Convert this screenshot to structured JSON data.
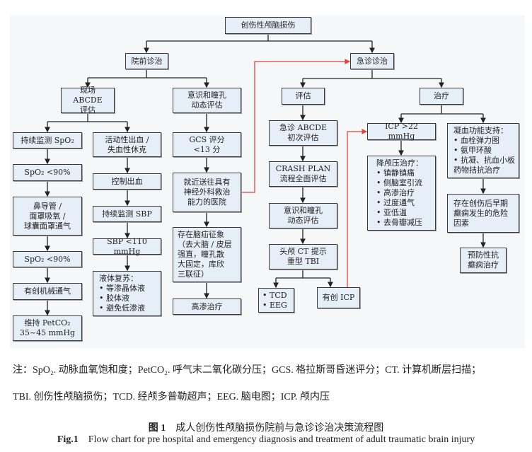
{
  "nodes": {
    "root": "创伤性颅脑损伤",
    "prehospital": "院前诊治",
    "emergency": "急诊诊治",
    "scene_abcde": "现场 ABCDE\n评估",
    "consciousness_pre": "意识和瞳孔\n动态评估",
    "assessment": "评估",
    "treatment": "治疗",
    "monitor_spo2": "持续监测 SpO₂",
    "bleeding_shock": "活动性出血 /\n失血性休克",
    "gcs": "GCS 评分\n<13 分",
    "ed_abcde": "急诊 ABCDE\n初次评估",
    "icp_high": "ICP >22 mmHg",
    "coag_support": "凝血功能支持：\n• 血栓弹力图\n• 氨甲环酸\n• 抗凝、抗血小板\n  药物拮抗治疗",
    "spo2_low_1": "SpO₂ <90%",
    "control_bleeding": "控制出血",
    "transfer": "就近送往具有\n神经外科救治\n能力的医院",
    "crash_plan": "CRASH PLAN\n流程全面评估",
    "icp_therapy": "降颅压治疗：\n• 镇静镇痛\n• 侧脑室引流\n• 高渗治疗\n• 过度通气\n• 亚低温\n• 去骨瓣减压",
    "oxygen": "鼻导管 /\n面罩吸氧 /\n球囊面罩通气",
    "monitor_sbp": "持续监测 SBP",
    "herniation": "存在脑疝征象\n（去大脑 / 皮层\n强直，瞳孔散\n大固定，库欣\n三联征）",
    "consciousness_ed": "意识和瞳孔\n动态评估",
    "seizure_risk": "存在创伤后早期\n癫痫发生的危险\n因素",
    "spo2_low_2": "SpO₂ <90%",
    "sbp_low": "SBP <110 mmHg",
    "ct": "头颅 CT 提示\n重型 TBI",
    "antiepileptic": "预防性抗\n癫痫治疗",
    "fluid": "液体复苏：\n• 等渗晶体液\n• 胶体液\n• 避免低渗液",
    "mech_vent": "有创机械通气",
    "tcd_eeg": "• TCD\n• EEG",
    "invasive_icp": "有创 ICP",
    "hyperosmolar": "高渗治疗",
    "petco2": "维持 PetCO₂\n35~45 mmHg"
  },
  "notes": {
    "line1": "注：SpO₂. 动脉血氧饱和度；PetCO₂. 呼气末二氧化碳分压；GCS. 格拉斯哥昏迷评分；CT. 计算机断层扫描；",
    "line2": "TBI. 创伤性颅脑损伤；TCD. 经颅多普勒超声；EEG. 脑电图；ICP. 颅内压"
  },
  "caption": {
    "cn_label": "图 1",
    "cn_title": "成人创伤性颅脑损伤院前与急诊诊治决策流程图",
    "en_label": "Fig.1",
    "en_title": "Flow chart for pre hospital and emergency diagnosis and treatment of adult traumatic brain injury"
  },
  "colors": {
    "box_fill": "#e6eef7",
    "line": "#222222",
    "red_line": "#e0443a"
  }
}
